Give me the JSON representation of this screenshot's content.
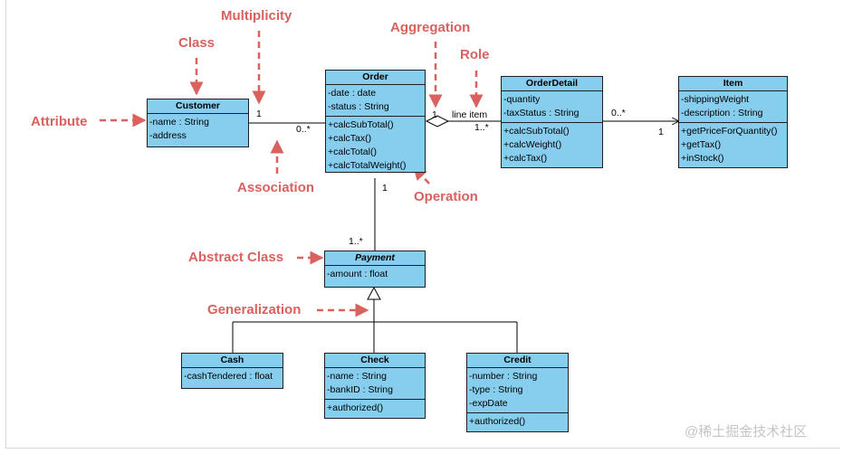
{
  "annotations": {
    "multiplicity": "Multiplicity",
    "class": "Class",
    "attribute": "Attribute",
    "association": "Association",
    "aggregation": "Aggregation",
    "role": "Role",
    "operation": "Operation",
    "abstract_class": "Abstract Class",
    "generalization": "Generalization"
  },
  "classes": {
    "customer": {
      "name": "Customer",
      "attributes": [
        "-name : String",
        "-address"
      ]
    },
    "order": {
      "name": "Order",
      "attributes": [
        "-date : date",
        "-status : String"
      ],
      "operations": [
        "+calcSubTotal()",
        "+calcTax()",
        "+calcTotal()",
        "+calcTotalWeight()"
      ]
    },
    "orderdetail": {
      "name": "OrderDetail",
      "attributes": [
        "-quantity",
        "-taxStatus : String"
      ],
      "operations": [
        "+calcSubTotal()",
        "+calcWeight()",
        "+calcTax()"
      ]
    },
    "item": {
      "name": "Item",
      "attributes": [
        "-shippingWeight",
        "-description : String"
      ],
      "operations": [
        "+getPriceForQuantity()",
        "+getTax()",
        "+inStock()"
      ]
    },
    "payment": {
      "name": "Payment",
      "attributes": [
        "-amount : float"
      ]
    },
    "cash": {
      "name": "Cash",
      "attributes": [
        "-cashTendered : float"
      ]
    },
    "check": {
      "name": "Check",
      "attributes": [
        "-name : String",
        "-bankID : String"
      ],
      "operations": [
        "+authorized()"
      ]
    },
    "credit": {
      "name": "Credit",
      "attributes": [
        "-number : String",
        "-type : String",
        "-expDate"
      ],
      "operations": [
        "+authorized()"
      ]
    }
  },
  "multiplicities": {
    "customer_end": "1",
    "order_end": "0..*",
    "order_agg_end": "1",
    "orderdetail_end": "1..*",
    "role": "line item",
    "detail_item_from": "0..*",
    "detail_item_to": "1",
    "order_payment_from": "1",
    "order_payment_to": "1..*"
  },
  "colors": {
    "class_fill": "#87cdee",
    "annotation": "#d9615e"
  },
  "watermark": "@稀土掘金技术社区"
}
